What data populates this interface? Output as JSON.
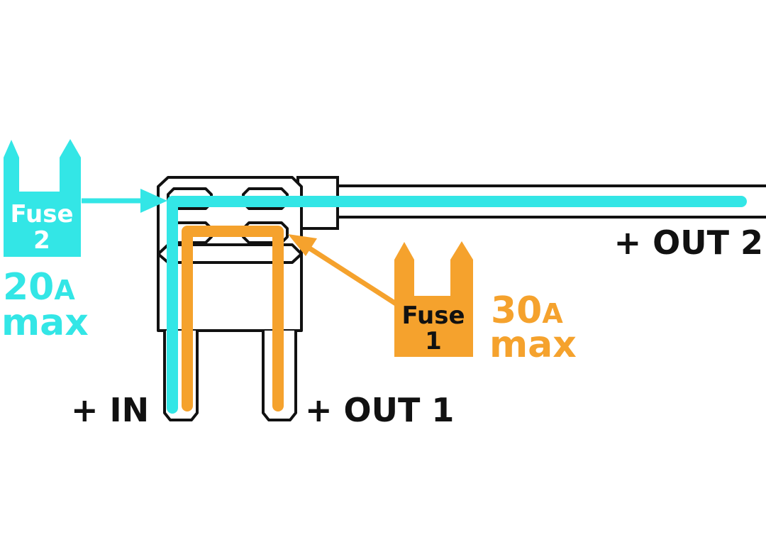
{
  "colors": {
    "fuse2": "#33e6e6",
    "fuse1": "#f5a22d",
    "outline": "#111111",
    "background": "#ffffff"
  },
  "fuse2": {
    "label_line1": "Fuse",
    "label_line2": "2",
    "rating_value": "20",
    "rating_unit": "A",
    "rating_suffix": "max"
  },
  "fuse1": {
    "label_line1": "Fuse",
    "label_line2": "1",
    "rating_value": "30",
    "rating_unit": "A",
    "rating_suffix": "max"
  },
  "terminals": {
    "in": "+ IN",
    "out1": "+ OUT 1",
    "out2": "+ OUT 2"
  }
}
